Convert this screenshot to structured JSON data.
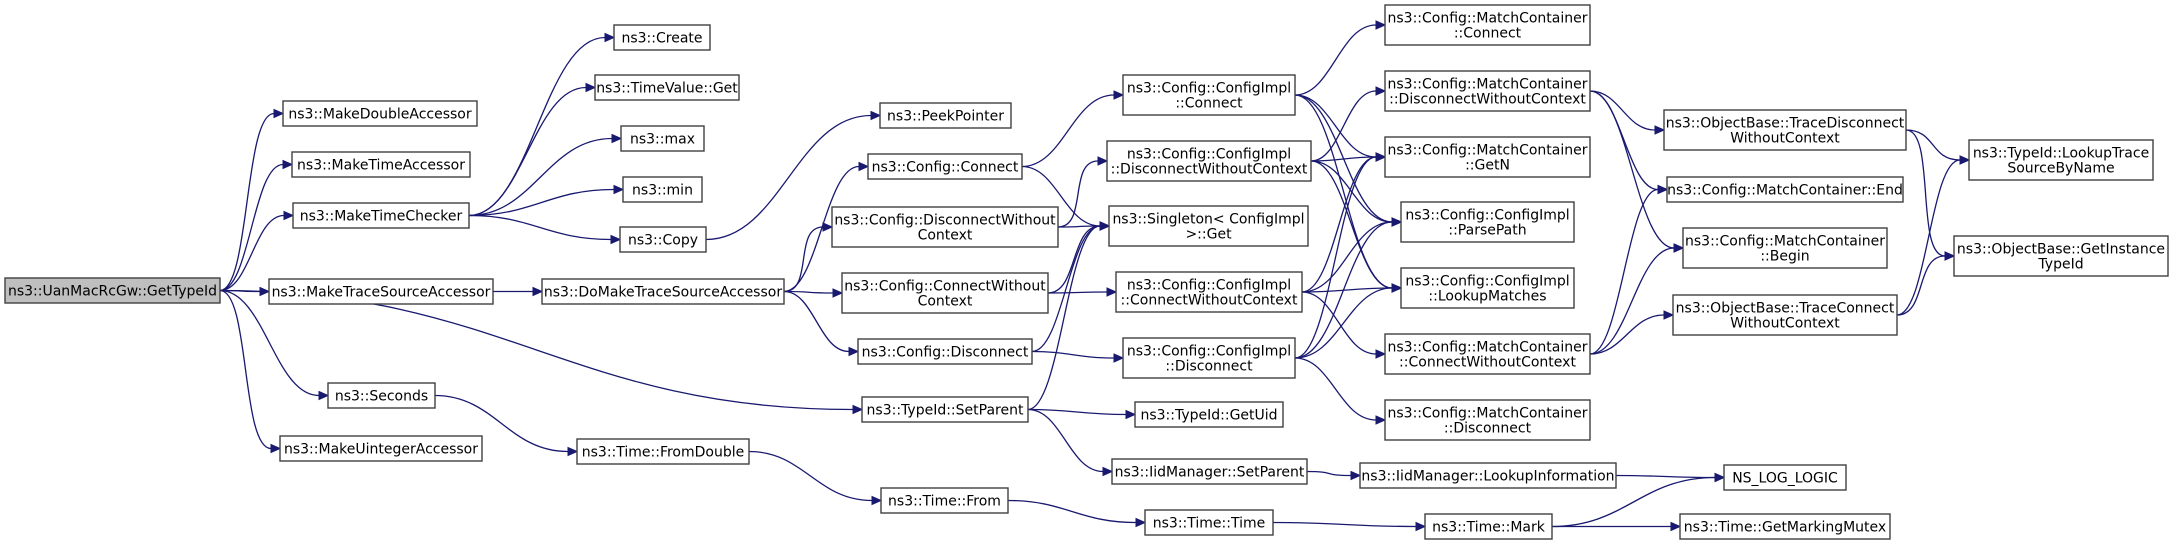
{
  "diagram": {
    "type": "call-graph",
    "root": "n0",
    "colors": {
      "edge": "#191970",
      "root_fill": "#bfbfbf",
      "node_fill": "#ffffff",
      "node_border": "#404040"
    },
    "nodes": [
      {
        "id": "n0",
        "label": [
          "ns3::UanMacRcGw::GetTypeId"
        ],
        "root": true
      },
      {
        "id": "n1",
        "label": [
          "ns3::MakeDoubleAccessor"
        ]
      },
      {
        "id": "n2",
        "label": [
          "ns3::MakeTimeAccessor"
        ]
      },
      {
        "id": "n3",
        "label": [
          "ns3::MakeTimeChecker"
        ]
      },
      {
        "id": "n4",
        "label": [
          "ns3::MakeTraceSourceAccessor"
        ]
      },
      {
        "id": "n5",
        "label": [
          "ns3::Seconds"
        ]
      },
      {
        "id": "n6",
        "label": [
          "ns3::MakeUintegerAccessor"
        ]
      },
      {
        "id": "n7",
        "label": [
          "ns3::Create"
        ]
      },
      {
        "id": "n8",
        "label": [
          "ns3::TimeValue::Get"
        ]
      },
      {
        "id": "n9",
        "label": [
          "ns3::max"
        ]
      },
      {
        "id": "n10",
        "label": [
          "ns3::min"
        ]
      },
      {
        "id": "n11",
        "label": [
          "ns3::Copy"
        ]
      },
      {
        "id": "n12",
        "label": [
          "ns3::DoMakeTraceSourceAccessor"
        ]
      },
      {
        "id": "n13",
        "label": [
          "ns3::Time::FromDouble"
        ]
      },
      {
        "id": "n14",
        "label": [
          "ns3::PeekPointer"
        ]
      },
      {
        "id": "n15",
        "label": [
          "ns3::Config::Connect"
        ]
      },
      {
        "id": "n16",
        "label": [
          "ns3::Config::DisconnectWithout",
          "Context"
        ]
      },
      {
        "id": "n17",
        "label": [
          "ns3::Config::ConnectWithout",
          "Context"
        ]
      },
      {
        "id": "n18",
        "label": [
          "ns3::Config::Disconnect"
        ]
      },
      {
        "id": "n19",
        "label": [
          "ns3::TypeId::SetParent"
        ]
      },
      {
        "id": "n20",
        "label": [
          "ns3::Time::From"
        ]
      },
      {
        "id": "n21",
        "label": [
          "ns3::Config::ConfigImpl",
          "::Connect"
        ]
      },
      {
        "id": "n22",
        "label": [
          "ns3::Config::ConfigImpl",
          "::DisconnectWithoutContext"
        ]
      },
      {
        "id": "n23",
        "label": [
          "ns3::Singleton< ConfigImpl",
          " >::Get"
        ]
      },
      {
        "id": "n24",
        "label": [
          "ns3::Config::ConfigImpl",
          "::ConnectWithoutContext"
        ]
      },
      {
        "id": "n25",
        "label": [
          "ns3::Config::ConfigImpl",
          "::Disconnect"
        ]
      },
      {
        "id": "n26",
        "label": [
          "ns3::TypeId::GetUid"
        ]
      },
      {
        "id": "n27",
        "label": [
          "ns3::IidManager::SetParent"
        ]
      },
      {
        "id": "n28",
        "label": [
          "ns3::Time::Time"
        ]
      },
      {
        "id": "n29",
        "label": [
          "ns3::Config::MatchContainer",
          "::Connect"
        ]
      },
      {
        "id": "n30",
        "label": [
          "ns3::Config::MatchContainer",
          "::DisconnectWithoutContext"
        ]
      },
      {
        "id": "n31",
        "label": [
          "ns3::Config::MatchContainer",
          "::GetN"
        ]
      },
      {
        "id": "n32",
        "label": [
          "ns3::Config::ConfigImpl",
          "::ParsePath"
        ]
      },
      {
        "id": "n33",
        "label": [
          "ns3::Config::ConfigImpl",
          "::LookupMatches"
        ]
      },
      {
        "id": "n34",
        "label": [
          "ns3::Config::MatchContainer",
          "::ConnectWithoutContext"
        ]
      },
      {
        "id": "n35",
        "label": [
          "ns3::Config::MatchContainer",
          "::Disconnect"
        ]
      },
      {
        "id": "n36",
        "label": [
          "ns3::IidManager::LookupInformation"
        ]
      },
      {
        "id": "n37",
        "label": [
          "ns3::Time::Mark"
        ]
      },
      {
        "id": "n38",
        "label": [
          "ns3::ObjectBase::TraceDisconnect",
          "WithoutContext"
        ]
      },
      {
        "id": "n39",
        "label": [
          "ns3::Config::MatchContainer::End"
        ]
      },
      {
        "id": "n40",
        "label": [
          "ns3::Config::MatchContainer",
          "::Begin"
        ]
      },
      {
        "id": "n41",
        "label": [
          "ns3::ObjectBase::TraceConnect",
          "WithoutContext"
        ]
      },
      {
        "id": "n42",
        "label": [
          "NS_LOG_LOGIC"
        ]
      },
      {
        "id": "n43",
        "label": [
          "ns3::Time::GetMarkingMutex"
        ]
      },
      {
        "id": "n44",
        "label": [
          "ns3::TypeId::LookupTrace",
          "SourceByName"
        ]
      },
      {
        "id": "n45",
        "label": [
          "ns3::ObjectBase::GetInstance",
          "TypeId"
        ]
      }
    ],
    "edges": [
      [
        "n0",
        "n1"
      ],
      [
        "n0",
        "n2"
      ],
      [
        "n0",
        "n3"
      ],
      [
        "n0",
        "n4"
      ],
      [
        "n0",
        "n5"
      ],
      [
        "n0",
        "n6"
      ],
      [
        "n0",
        "n19"
      ],
      [
        "n3",
        "n7"
      ],
      [
        "n3",
        "n8"
      ],
      [
        "n3",
        "n9"
      ],
      [
        "n3",
        "n10"
      ],
      [
        "n3",
        "n11"
      ],
      [
        "n11",
        "n14"
      ],
      [
        "n4",
        "n12"
      ],
      [
        "n12",
        "n15"
      ],
      [
        "n12",
        "n16"
      ],
      [
        "n12",
        "n17"
      ],
      [
        "n12",
        "n18"
      ],
      [
        "n5",
        "n13"
      ],
      [
        "n13",
        "n20"
      ],
      [
        "n20",
        "n28"
      ],
      [
        "n15",
        "n21"
      ],
      [
        "n15",
        "n23"
      ],
      [
        "n16",
        "n22"
      ],
      [
        "n16",
        "n23"
      ],
      [
        "n17",
        "n24"
      ],
      [
        "n17",
        "n23"
      ],
      [
        "n18",
        "n25"
      ],
      [
        "n18",
        "n23"
      ],
      [
        "n19",
        "n23"
      ],
      [
        "n19",
        "n26"
      ],
      [
        "n19",
        "n27"
      ],
      [
        "n21",
        "n29"
      ],
      [
        "n21",
        "n31"
      ],
      [
        "n21",
        "n32"
      ],
      [
        "n21",
        "n33"
      ],
      [
        "n22",
        "n30"
      ],
      [
        "n22",
        "n31"
      ],
      [
        "n22",
        "n32"
      ],
      [
        "n22",
        "n33"
      ],
      [
        "n24",
        "n31"
      ],
      [
        "n24",
        "n32"
      ],
      [
        "n24",
        "n33"
      ],
      [
        "n24",
        "n34"
      ],
      [
        "n25",
        "n31"
      ],
      [
        "n25",
        "n32"
      ],
      [
        "n25",
        "n33"
      ],
      [
        "n25",
        "n35"
      ],
      [
        "n27",
        "n36"
      ],
      [
        "n36",
        "n42"
      ],
      [
        "n28",
        "n37"
      ],
      [
        "n37",
        "n42"
      ],
      [
        "n37",
        "n43"
      ],
      [
        "n30",
        "n38"
      ],
      [
        "n30",
        "n39"
      ],
      [
        "n30",
        "n40"
      ],
      [
        "n34",
        "n39"
      ],
      [
        "n34",
        "n40"
      ],
      [
        "n34",
        "n41"
      ],
      [
        "n38",
        "n44"
      ],
      [
        "n38",
        "n45"
      ],
      [
        "n41",
        "n44"
      ],
      [
        "n41",
        "n45"
      ]
    ]
  }
}
